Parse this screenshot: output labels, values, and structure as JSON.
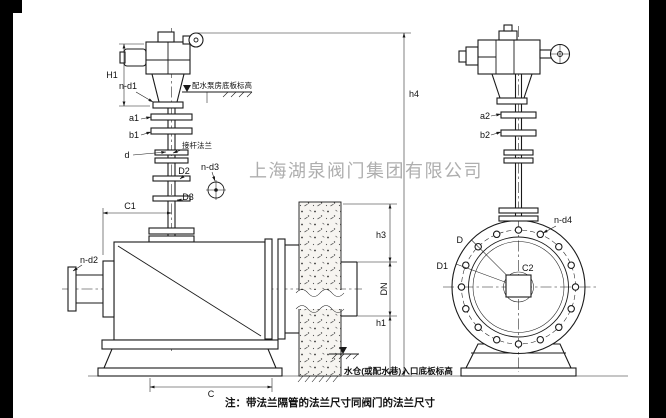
{
  "page": {
    "watermark": "上海湖泉阀门集团有限公司",
    "footnote": "注：带法兰隔管的法兰尺寸同阀门的法兰尺寸"
  },
  "elevations": {
    "pump_room_floor": "配水泵房底板标高",
    "inlet_floor": "水仓(或配水巷)入口底板标高"
  },
  "callouts": {
    "stem_extension_flange": "接杆法兰"
  },
  "dimensions": {
    "left_view": {
      "H1": "H1",
      "n_d1": "n-d1",
      "a1": "a1",
      "b1": "b1",
      "d": "d",
      "D2": "D2",
      "n_d3": "n-d3",
      "D3": "D3",
      "C1": "C1",
      "n_d2": "n-d2",
      "C": "C"
    },
    "heights": {
      "h4": "h4",
      "h3": "h3",
      "DN": "DN",
      "h1": "h1"
    },
    "right_view": {
      "a2": "a2",
      "b2": "b2",
      "n_d4": "n-d4",
      "D": "D",
      "D1": "D1",
      "C2": "C2"
    }
  },
  "colors": {
    "line": "#1a1a1a",
    "watermark": "#8f8f8f",
    "background": "#ffffff",
    "letterbox": "#000000"
  }
}
